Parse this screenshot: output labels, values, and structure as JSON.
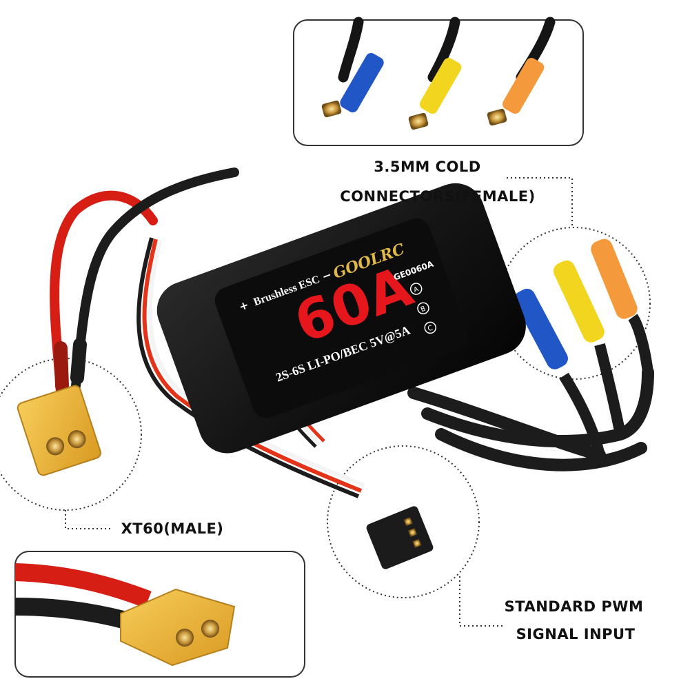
{
  "callouts": {
    "connectors_line1": "3.5MM COLD",
    "connectors_line2": "CONNECTORS(FEMALE)",
    "xt60": "XT60(MALE)",
    "pwm_line1": "STANDARD PWM",
    "pwm_line2": "SIGNAL INPUT"
  },
  "esc_label": {
    "brand": "GOOLRC",
    "rating": "60A",
    "type": "Brushless ESC",
    "spec": "2S-6S LI-PO/BEC 5V@5A",
    "model": "GE0060A",
    "marks": [
      "A",
      "B",
      "C"
    ],
    "plus": "+",
    "minus": "−"
  },
  "colors": {
    "esc_body": "#141414",
    "rating_red": "#e5171c",
    "wire_red": "#d61e14",
    "wire_black": "#1c1c1c",
    "connector_blue": "#2156c7",
    "connector_yellow": "#f2d51e",
    "connector_orange": "#f59a3c",
    "xt60_yellow": "#f2b73a",
    "servo_wire_red": "#e33318",
    "servo_wire_white": "#f4f4f4"
  }
}
